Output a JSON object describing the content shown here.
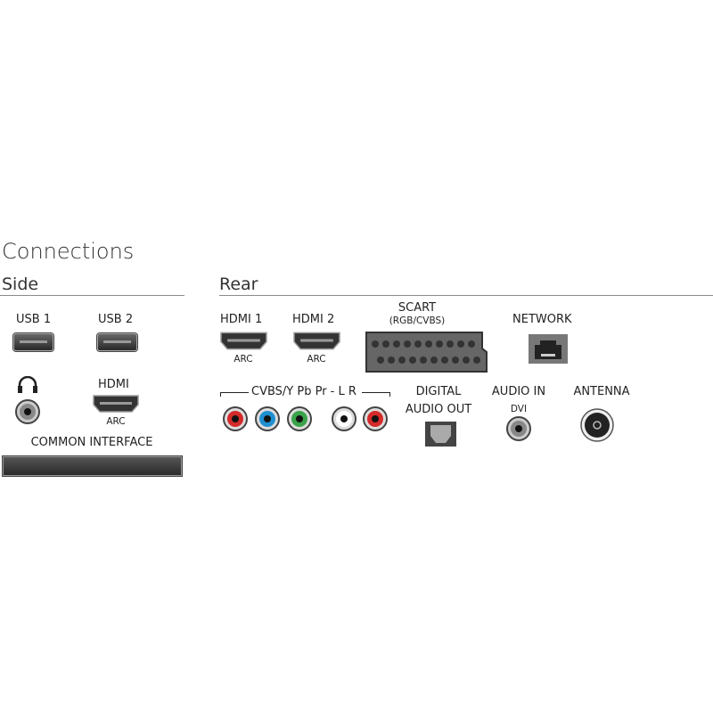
{
  "title": "Connections",
  "side": {
    "heading": "Side",
    "usb1": "USB 1",
    "usb2": "USB 2",
    "hdmi": "HDMI",
    "hdmi_sub": "ARC",
    "common_interface": "COMMON INTERFACE"
  },
  "rear": {
    "heading": "Rear",
    "hdmi1": "HDMI 1",
    "hdmi1_sub": "ARC",
    "hdmi2": "HDMI 2",
    "hdmi2_sub": "ARC",
    "scart": "SCART",
    "scart_sub": "(RGB/CVBS)",
    "network": "NETWORK",
    "component": "CVBS/Y Pb Pr - L R",
    "digital_audio_out_1": "DIGITAL",
    "digital_audio_out_2": "AUDIO OUT",
    "audio_in": "AUDIO IN",
    "audio_in_sub": "DVI",
    "antenna": "ANTENNA"
  },
  "colors": {
    "red": "#d42a2a",
    "blue": "#1f8fd0",
    "green": "#3aa34a",
    "white": "#ffffff"
  }
}
